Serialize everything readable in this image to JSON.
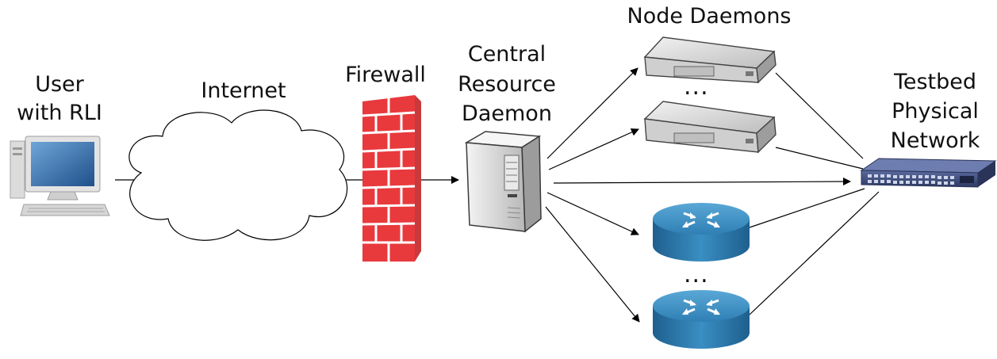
{
  "labels": {
    "user": "User",
    "user_sub": "with RLI",
    "internet": "Internet",
    "firewall": "Firewall",
    "crd_line1": "Central",
    "crd_line2": "Resource",
    "crd_line3": "Daemon",
    "node_daemons": "Node Daemons",
    "testbed_line1": "Testbed",
    "testbed_line2": "Physical",
    "testbed_line3": "Network"
  },
  "ellipsis": "...",
  "icons": {
    "user": "desktop-computer-icon",
    "internet": "cloud-icon",
    "firewall": "brick-wall-icon",
    "crd": "server-tower-icon",
    "node": "rack-server-icon",
    "router": "router-icon",
    "switch": "network-switch-icon"
  },
  "colors": {
    "brick": "#e53b3f",
    "router": "#2d7fb3",
    "switch": "#3e4c7c",
    "line": "#000000"
  }
}
